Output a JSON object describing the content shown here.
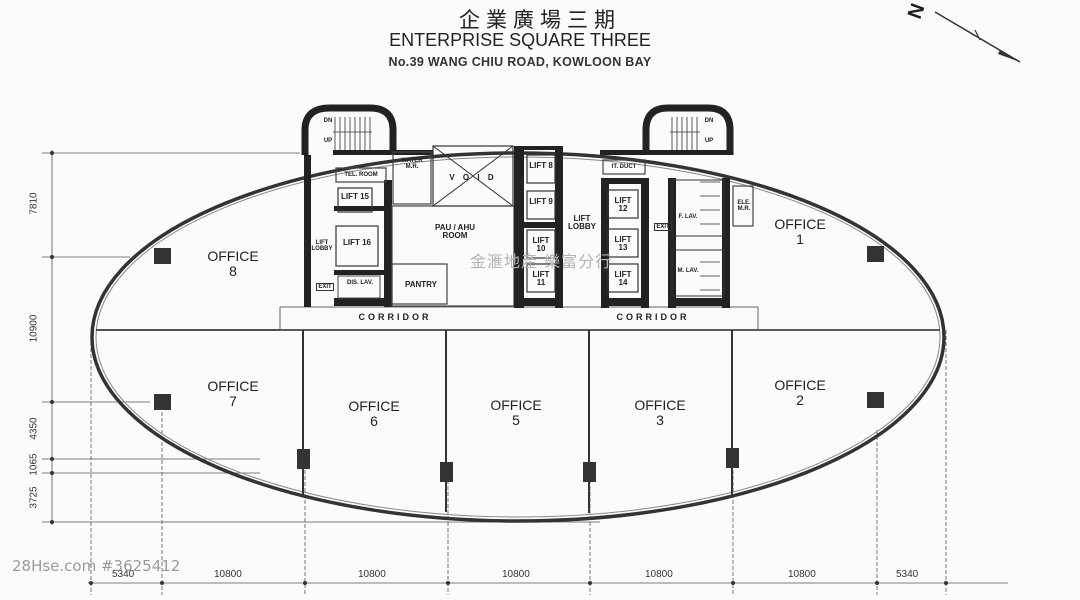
{
  "header": {
    "title_zh": "企業廣場三期",
    "title_en": "ENTERPRISE SQUARE THREE",
    "address": "No.39 WANG CHIU ROAD, KOWLOON BAY"
  },
  "north_arrow": {
    "label": "N",
    "icon": "north-arrow-icon"
  },
  "offices": [
    {
      "name": "OFFICE",
      "number": "1"
    },
    {
      "name": "OFFICE",
      "number": "2"
    },
    {
      "name": "OFFICE",
      "number": "3"
    },
    {
      "name": "OFFICE",
      "number": "5"
    },
    {
      "name": "OFFICE",
      "number": "6"
    },
    {
      "name": "OFFICE",
      "number": "7"
    },
    {
      "name": "OFFICE",
      "number": "8"
    }
  ],
  "core": {
    "corridor_left": "CORRIDOR",
    "corridor_right": "CORRIDOR",
    "void": "V O I D",
    "pau_ahu": "PAU / AHU",
    "pau_ahu_room": "ROOM",
    "pantry": "PANTRY",
    "tel_room": "TEL. ROOM",
    "water_mr": "WATER M.R.",
    "it_duct": "IT. DUCT",
    "ele_mr": "ELE. M.R.",
    "lift_lobby_main": "LIFT LOBBY",
    "lift_lobby_left": "LIFT LOBBY",
    "dis_lav": "DIS. LAV.",
    "f_lav": "F. LAV.",
    "m_lav": "M. LAV.",
    "stair_dn": "DN",
    "stair_up": "UP",
    "exit": "EXIT",
    "lifts": [
      "LIFT 8",
      "LIFT 9",
      "LIFT 10",
      "LIFT 11",
      "LIFT 12",
      "LIFT 13",
      "LIFT 14",
      "LIFT 15",
      "LIFT 16"
    ]
  },
  "dimensions": {
    "bottom": [
      "5340",
      "10800",
      "10800",
      "10800",
      "10800",
      "10800",
      "5340"
    ],
    "left": [
      "7810",
      "10900",
      "4350",
      "1065",
      "3725"
    ]
  },
  "watermarks": {
    "listing": "28Hse.com #3625412",
    "agency": "金滙地產 樂富分行"
  }
}
